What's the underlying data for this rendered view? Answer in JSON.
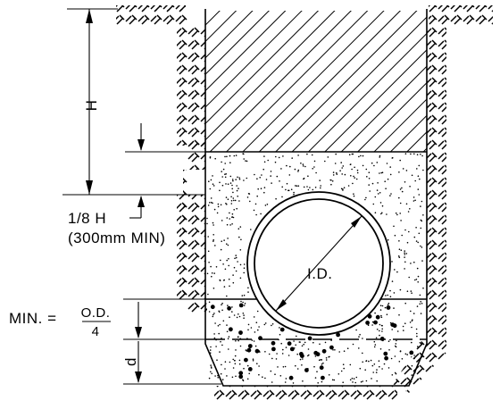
{
  "labels": {
    "height": "H",
    "cover": "1/8  H",
    "cover_min": "(300mm  MIN)",
    "inside_diameter": "I.D.",
    "min_prefix": "MIN.  =",
    "frac_num": "O.D.",
    "frac_den": "4",
    "bedding_depth": "d"
  }
}
